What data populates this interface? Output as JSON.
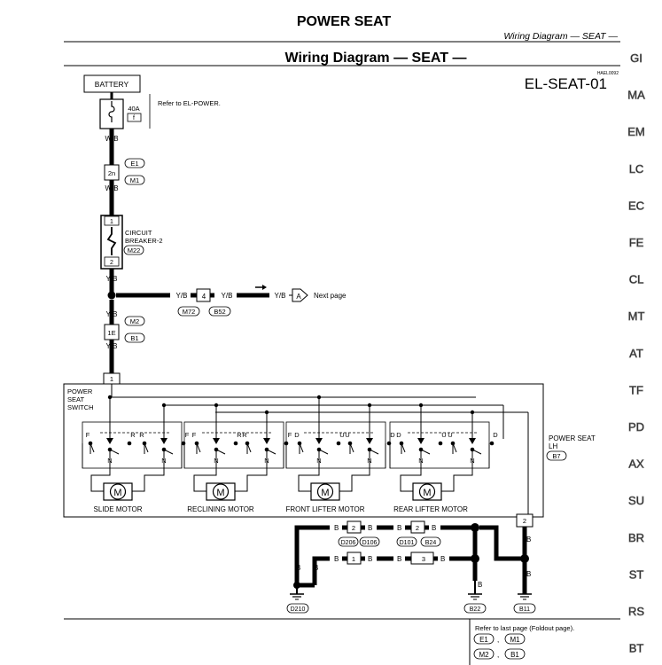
{
  "page": {
    "title": "POWER SEAT",
    "running_head": "Wiring Diagram — SEAT —",
    "diagram_title": "Wiring Diagram — SEAT —",
    "diagram_code": "HAEL0092",
    "diagram_id": "EL-SEAT-01"
  },
  "side_tabs": [
    "GI",
    "MA",
    "EM",
    "LC",
    "EC",
    "FE",
    "CL",
    "MT",
    "AT",
    "TF",
    "PD",
    "AX",
    "SU",
    "BR",
    "ST",
    "RS",
    "BT"
  ],
  "power": {
    "battery": "BATTERY",
    "refer": "Refer to EL-POWER.",
    "fuse_amp": "40A",
    "fuse_id": "f",
    "wire_wb": "W/B",
    "conn_2n": "2n",
    "conn_e1": "E1",
    "conn_m1": "M1",
    "cb_pin1": "1",
    "cb_pin2": "2",
    "cb_label": "CIRCUIT BREAKER-2",
    "cb_label_1": "CIRCUIT",
    "cb_label_2": "BREAKER-2",
    "cb_conn": "M22",
    "wire_yb": "Y/B",
    "jc_pin": "4",
    "jc_left": "M72",
    "jc_right": "B52",
    "next_conn": "A",
    "next_page": "Next page",
    "conn_1e": "1E",
    "conn_m2": "M2",
    "conn_b1": "B1",
    "sw_pin1": "1"
  },
  "switch": {
    "label": "POWER SEAT SWITCH",
    "label_1": "POWER",
    "label_2": "SEAT",
    "label_3": "SWITCH",
    "contacts": [
      "F",
      "R",
      "R",
      "F",
      "F",
      "R",
      "R",
      "F",
      "D",
      "U",
      "U",
      "D",
      "D",
      "U",
      "U",
      "D"
    ],
    "neutral": "N",
    "component": "POWER SEAT LH",
    "component_1": "POWER SEAT",
    "component_2": "LH",
    "component_conn": "B7",
    "out_pin": "2"
  },
  "motors": [
    {
      "symbol": "M",
      "label": "SLIDE MOTOR"
    },
    {
      "symbol": "M",
      "label": "RECLINING MOTOR"
    },
    {
      "symbol": "M",
      "label": "FRONT LIFTER MOTOR"
    },
    {
      "symbol": "M",
      "label": "REAR LIFTER MOTOR"
    }
  ],
  "ground": {
    "wire_b": "B",
    "c1_pin": "2",
    "c1_left": "D206",
    "c1_right": "D106",
    "c2_pin": "2",
    "c2_left": "D101",
    "c2_right": "B24",
    "c3_pin": "1",
    "c4_pin": "3",
    "g1": "D210",
    "g2": "B22",
    "g3": "B11"
  },
  "foldout": {
    "text": "Refer to last page (Foldout page).",
    "tags": [
      "E1",
      "M1",
      "M2",
      "B1"
    ]
  }
}
